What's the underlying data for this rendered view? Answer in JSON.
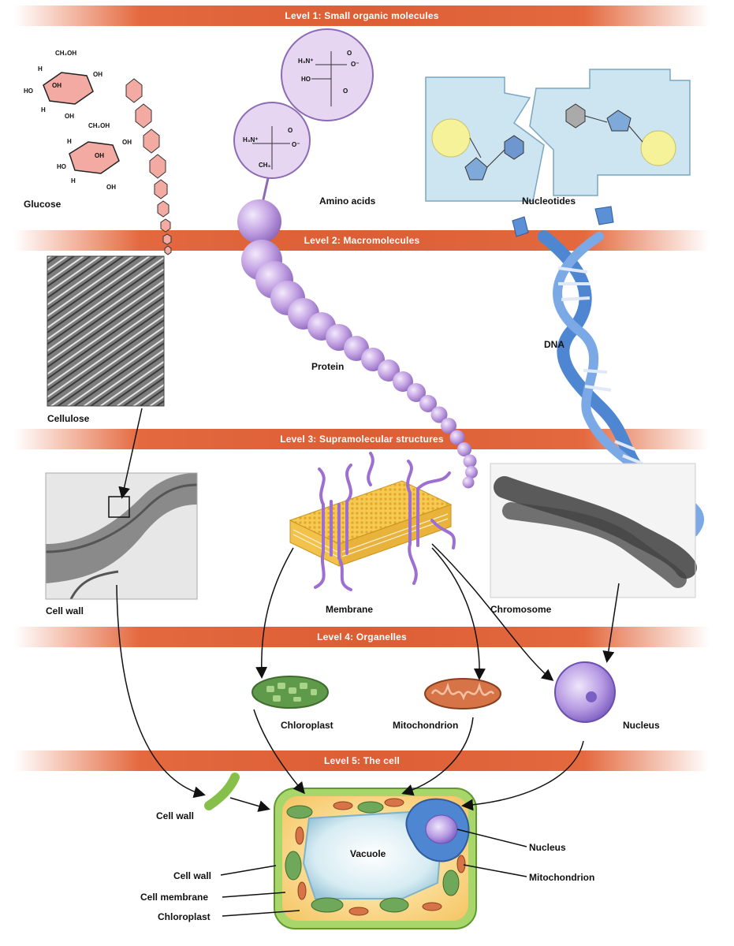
{
  "levels": {
    "l1": "Level 1:  Small organic molecules",
    "l2": "Level 2:  Macromolecules",
    "l3": "Level 3:  Supramolecular structures",
    "l4": "Level 4:  Organelles",
    "l5": "Level 5:  The cell"
  },
  "labels": {
    "glucose": "Glucose",
    "amino_acids": "Amino acids",
    "nucleotides": "Nucleotides",
    "cellulose": "Cellulose",
    "protein": "Protein",
    "dna": "DNA",
    "cell_wall_l3": "Cell wall",
    "membrane": "Membrane",
    "chromosome": "Chromosome",
    "chloroplast_l4": "Chloroplast",
    "mitochondrion_l4": "Mitochondrion",
    "nucleus_l4": "Nucleus",
    "cell_wall_piece": "Cell wall",
    "vacuole": "Vacuole",
    "nucleus_cell": "Nucleus",
    "mitochondrion_cell": "Mitochondrion",
    "cell_wall_cell": "Cell wall",
    "cell_membrane": "Cell membrane",
    "chloroplast_cell": "Chloroplast"
  },
  "molecule_text": {
    "glucose_top": [
      "CH₂OH",
      "OH",
      "OH",
      "H",
      "HO",
      "H",
      "OH"
    ],
    "glucose_bottom": [
      "CH₂OH",
      "H",
      "OH",
      "OH",
      "H",
      "HO",
      "OH"
    ],
    "amino_top": [
      "H₃N⁺",
      "O",
      "O⁻",
      "HO",
      "O"
    ],
    "amino_bottom": [
      "H₃N⁺",
      "O",
      "O⁻",
      "CH₃"
    ]
  },
  "colors": {
    "band": "#dc5e35",
    "glucose_ring": "#f0a8a0",
    "protein": "#b993d8",
    "dna": "#5b8fd6",
    "membrane": "#f2c24b",
    "chloroplast": "#6fa85a",
    "mitochondrion": "#d06a3c",
    "nucleus": "#a78ad6",
    "cell_wall": "#86c04a"
  }
}
